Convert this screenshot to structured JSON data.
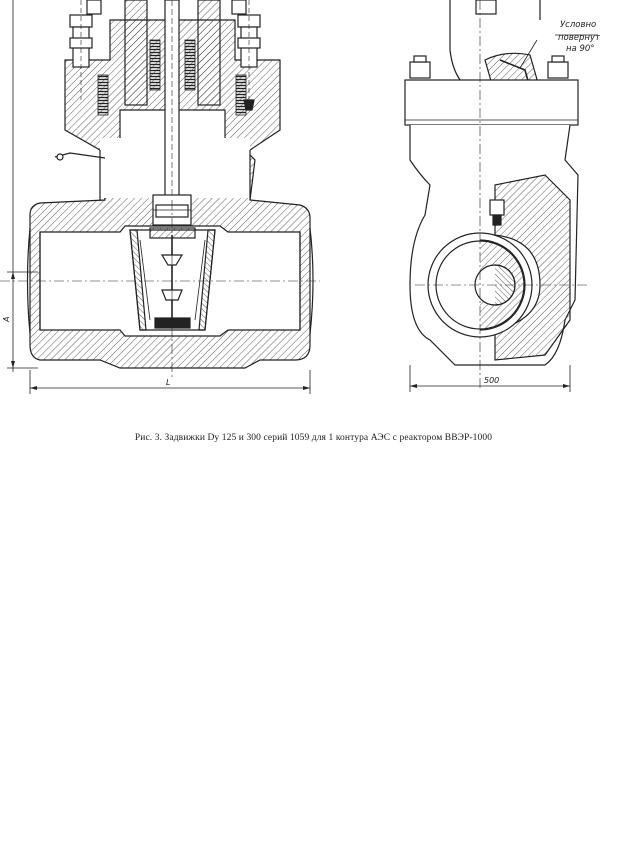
{
  "figure": {
    "caption": "Рис. 3. Задвижки Dу 125 и 300 серий 1059 для 1 контура АЭС с реактором ВВЭР-1000"
  },
  "labels": {
    "note_line1": "Условно",
    "note_line2": "повернут",
    "note_line3": "на 90°",
    "dim_A": "A",
    "dim_L": "L",
    "dim_500": "500"
  }
}
